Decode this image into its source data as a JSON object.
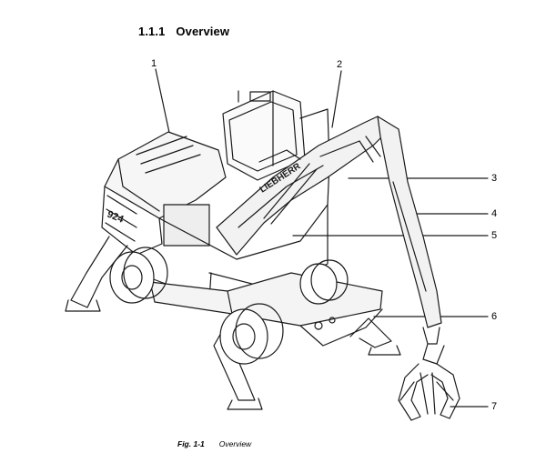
{
  "section": {
    "number": "1.1.1",
    "title": "Overview"
  },
  "callouts": [
    "1",
    "2",
    "3",
    "4",
    "5",
    "6",
    "7"
  ],
  "caption": {
    "figure": "Fig. 1-1",
    "text": "Overview"
  }
}
